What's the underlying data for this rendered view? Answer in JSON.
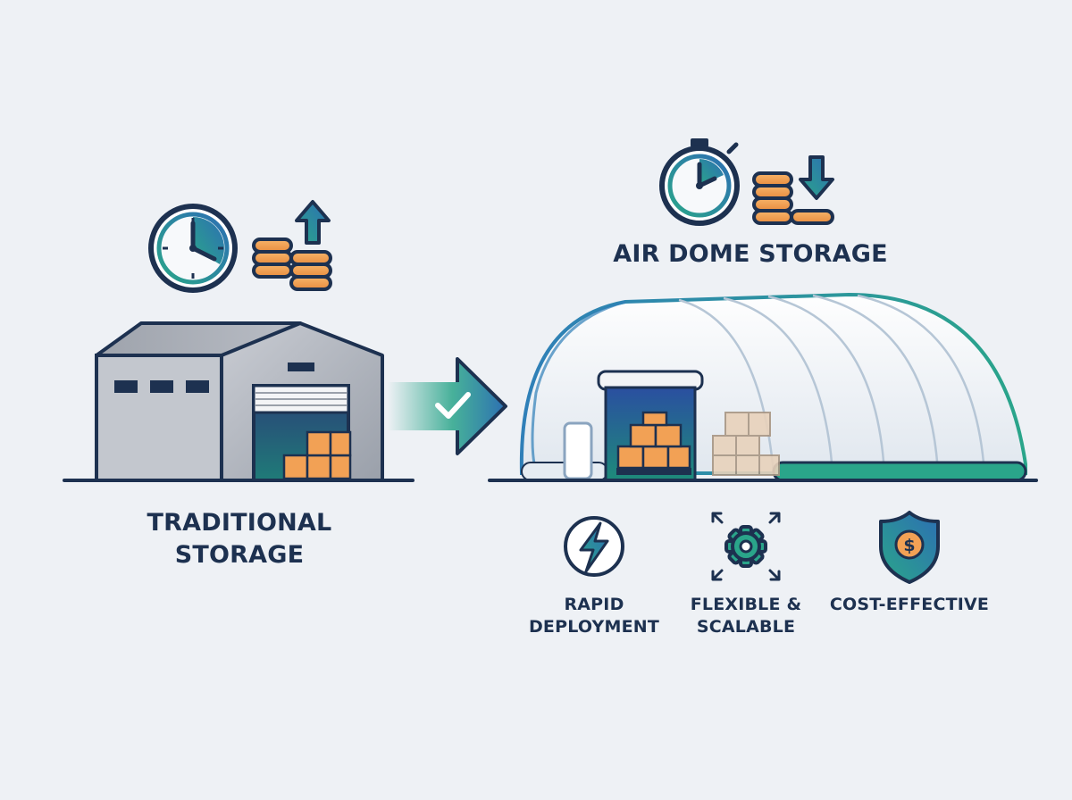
{
  "traditional": {
    "title_line1": "TRADITIONAL",
    "title_line2": "STORAGE"
  },
  "air_dome": {
    "title": "AIR DOME STORAGE"
  },
  "features": [
    {
      "line1": "RAPID",
      "line2": "DEPLOYMENT",
      "icon": "lightning-icon"
    },
    {
      "line1": "FLEXIBLE &",
      "line2": "SCALABLE",
      "icon": "gear-expand-icon"
    },
    {
      "line1": "COST-EFFECTIVE",
      "line2": "",
      "icon": "shield-dollar-icon"
    }
  ],
  "colors": {
    "navy": "#1d3150",
    "teal": "#2aa58a",
    "blue": "#2f6fb0",
    "orange": "#f0a052",
    "background": "#eef1f5"
  }
}
